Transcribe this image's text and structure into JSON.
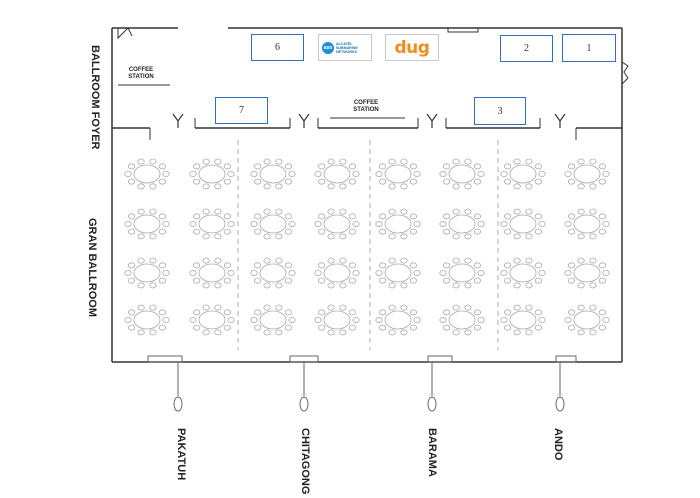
{
  "areas": {
    "foyer": "BALLROOM FOYER",
    "ballroom": "GRAN BALLROOM"
  },
  "coffee_stations": [
    {
      "text": "COFFEE STATION"
    },
    {
      "text": "COFFEE STATION"
    }
  ],
  "booths": [
    "1",
    "2",
    "3",
    "6",
    "7"
  ],
  "sponsors": {
    "acn_lines": [
      "ALCATEL",
      "SUBMARINE",
      "NETWORKS"
    ],
    "acn_mark": "asn",
    "dug": "dug"
  },
  "sections": [
    "PAKATUH",
    "CHITAGONG",
    "BARAMA",
    "ANDO"
  ],
  "colors": {
    "wall": "#333333",
    "booth_border": "#2f6fbf",
    "dug_orange": "#f28c1a",
    "acn_blue": "#1f8fd6"
  }
}
